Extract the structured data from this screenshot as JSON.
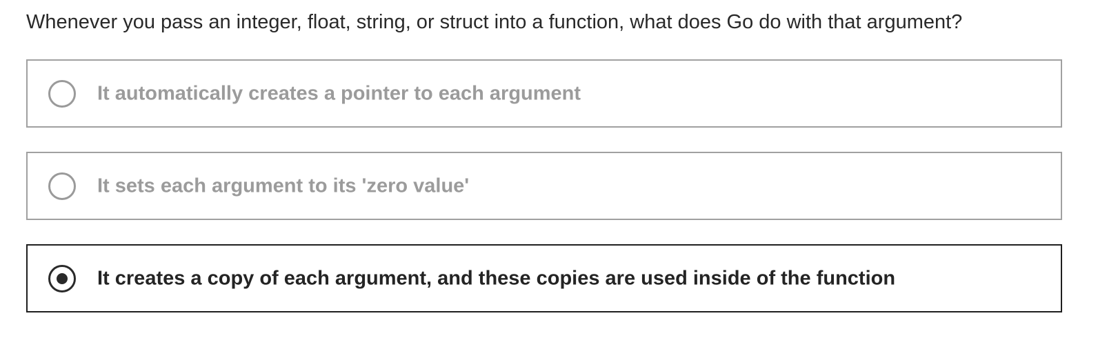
{
  "question": {
    "text": "Whenever you pass an integer, float, string, or struct into a function, what does Go do with that argument?"
  },
  "options": [
    {
      "label": "It automatically creates a pointer to each argument",
      "selected": false
    },
    {
      "label": "It sets each argument to its 'zero value'",
      "selected": false
    },
    {
      "label": "It creates a copy of each argument, and these copies are used inside of the function",
      "selected": true
    }
  ],
  "colors": {
    "unselected_text": "#9b9b9b",
    "selected_text": "#242424",
    "unselected_border": "#a0a0a0",
    "selected_border": "#1f1f1f"
  }
}
